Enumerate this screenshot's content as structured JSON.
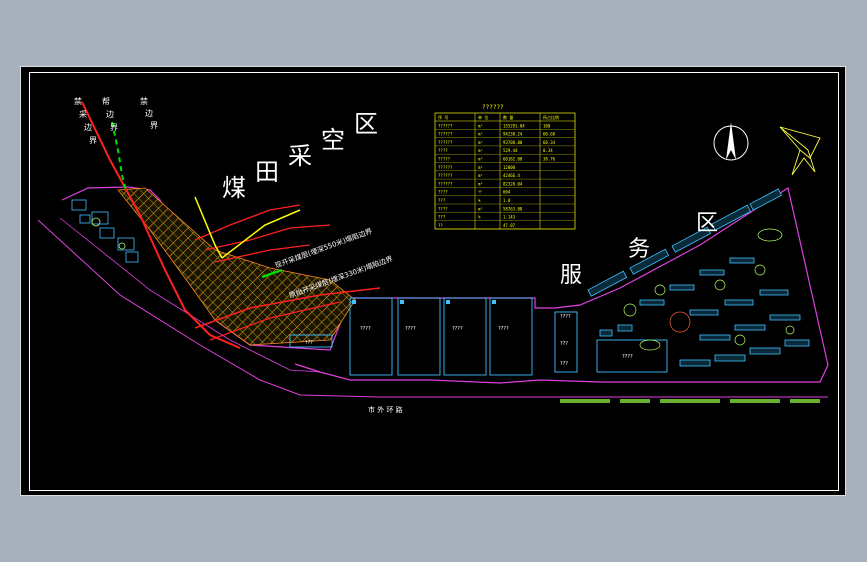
{
  "labels": {
    "coal_area": [
      "煤",
      "田",
      "采",
      "空",
      "区"
    ],
    "service_area": [
      "服",
      "务",
      "区"
    ],
    "ring_road": "市 外 环 路",
    "boundary_left": [
      "禁",
      "采",
      "边",
      "界"
    ],
    "boundary_mid": [
      "帮",
      "边",
      "界"
    ],
    "boundary_right": [
      "禁",
      "边",
      "界"
    ],
    "line_a": "现开采煤层(埋深550米)塌陷边界",
    "line_b": "原始开采煤层(埋深330米)塌陷边界",
    "table_title": "??????"
  },
  "table": {
    "header": [
      "序 号",
      "项目",
      "单 位",
      "数 量",
      "所占比例"
    ],
    "rows": [
      [
        "??????",
        "m²",
        "155291.04",
        "100"
      ],
      [
        "??????",
        "m²",
        "94238.24",
        "60.68"
      ],
      [
        "??????",
        "m²",
        "93708.80",
        "60.34"
      ],
      [
        "????",
        "m²",
        "529.44",
        "0.34"
      ],
      [
        "?????",
        "m²",
        "60182.00",
        "38.76"
      ],
      [
        "??????",
        "m²",
        "12000",
        ""
      ],
      [
        "??????",
        "m²",
        "42466.4",
        ""
      ],
      [
        "??????",
        "m²",
        "82328.04",
        ""
      ],
      [
        "????",
        "个",
        "604",
        ""
      ],
      [
        "???",
        "%",
        "1.8",
        ""
      ],
      [
        "????",
        "m²",
        "58763.08",
        ""
      ],
      [
        "???",
        "%",
        "1.143",
        ""
      ],
      [
        "??",
        "",
        "47.07",
        ""
      ]
    ]
  },
  "building_labels": {
    "block_a": "????",
    "block_b": "????",
    "block_c": "????",
    "block_d": "????",
    "block_e": "????",
    "block_f": "????",
    "block_g": "???",
    "small_1": "???",
    "small_2": "???"
  },
  "colors": {
    "boundary_magenta": "#e040e0",
    "red_line": "#ff2020",
    "yellow_line": "#ffff00",
    "green_dash": "#00e000",
    "building_cyan": "#40c0ff",
    "hatch_orange": "#ff8c20"
  },
  "icons": {
    "north_arrow": "north-arrow-icon",
    "wind_rose": "wind-rose-icon"
  }
}
